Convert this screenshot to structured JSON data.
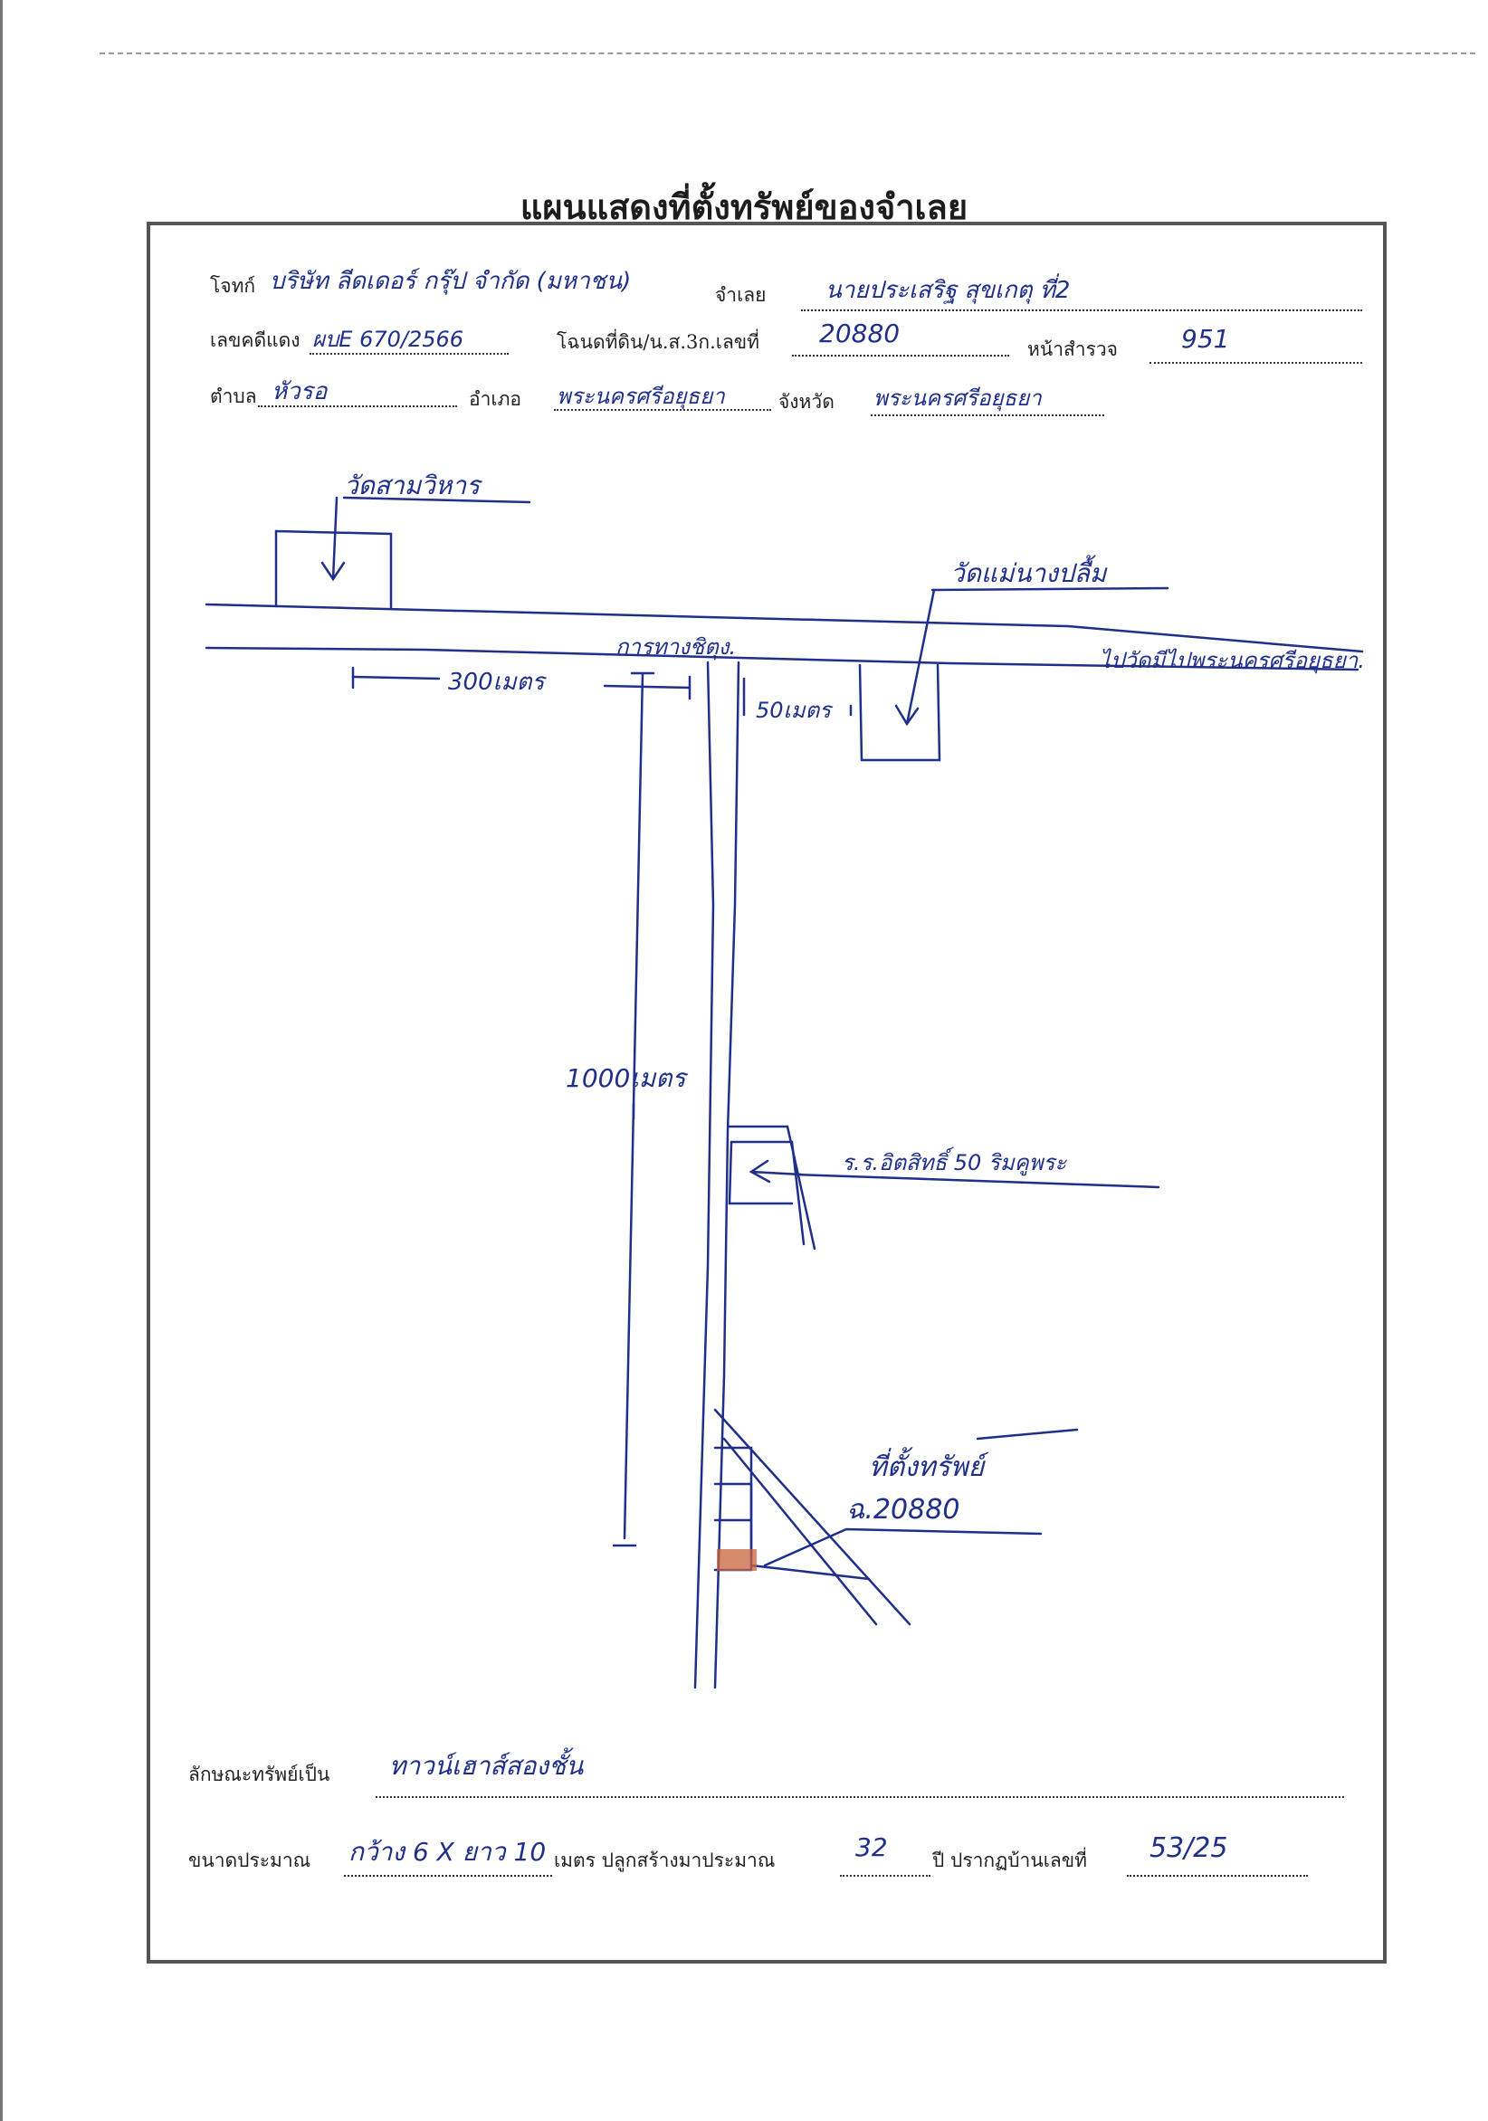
{
  "document": {
    "title": "แผนแสดงที่ตั้งทรัพย์ของจำเลย"
  },
  "header_fields": {
    "plaintiff_label": "โจทก์",
    "plaintiff_value": "บริษัท ลีดเดอร์ กรุ๊ป จำกัด (มหาชน)",
    "defendant_label": "จำเลย",
    "defendant_value": "นายประเสริฐ สุขเกตุ ที่2",
    "case_no_label": "เลขคดีแดง",
    "case_no_value": "ผบE 670/2566",
    "deed_label": "โฉนดที่ดิน/น.ส.3ก.เลขที่",
    "deed_value": "20880",
    "survey_page_label": "หน้าสำรวจ",
    "survey_page_value": "951",
    "subdistrict_label": "ตำบล",
    "subdistrict_value": "หัวรอ",
    "district_label": "อำเภอ",
    "district_value": "พระนครศรีอยุธยา",
    "province_label": "จังหวัด",
    "province_value": "พระนครศรีอยุธยา"
  },
  "map_labels": {
    "temple_1": "วัดสามวิหาร",
    "temple_2": "วัดแม่นางปลื้ม",
    "junction": "การทางชิตุง.",
    "road_to": "ไปวัดมีไปพระนครศรีอยุธยา.",
    "dist_300": "300เมตร",
    "dist_50": "50เมตร",
    "dist_1000": "1000เมตร",
    "school": "ร.ร.อิตสิทธิ์ 50 ริมคูพระ",
    "property_label": "ที่ตั้งทรัพย์",
    "property_deed": "ฉ.20880"
  },
  "footer_fields": {
    "property_type_label": "ลักษณะทรัพย์เป็น",
    "property_type_value": "ทาวน์เฮาส์สองชั้น",
    "size_label": "ขนาดประมาณ",
    "size_value": "กว้าง 6 X ยาว 10",
    "meters_label": "เมตร ปลูกสร้างมาประมาณ",
    "years_value": "32",
    "house_no_label": "ปี ปรากฏบ้านเลขที่",
    "house_no_value": "53/25"
  },
  "colors": {
    "ink": "#1f2f8a",
    "frame": "#555555",
    "property_fill": "#c8643c"
  }
}
